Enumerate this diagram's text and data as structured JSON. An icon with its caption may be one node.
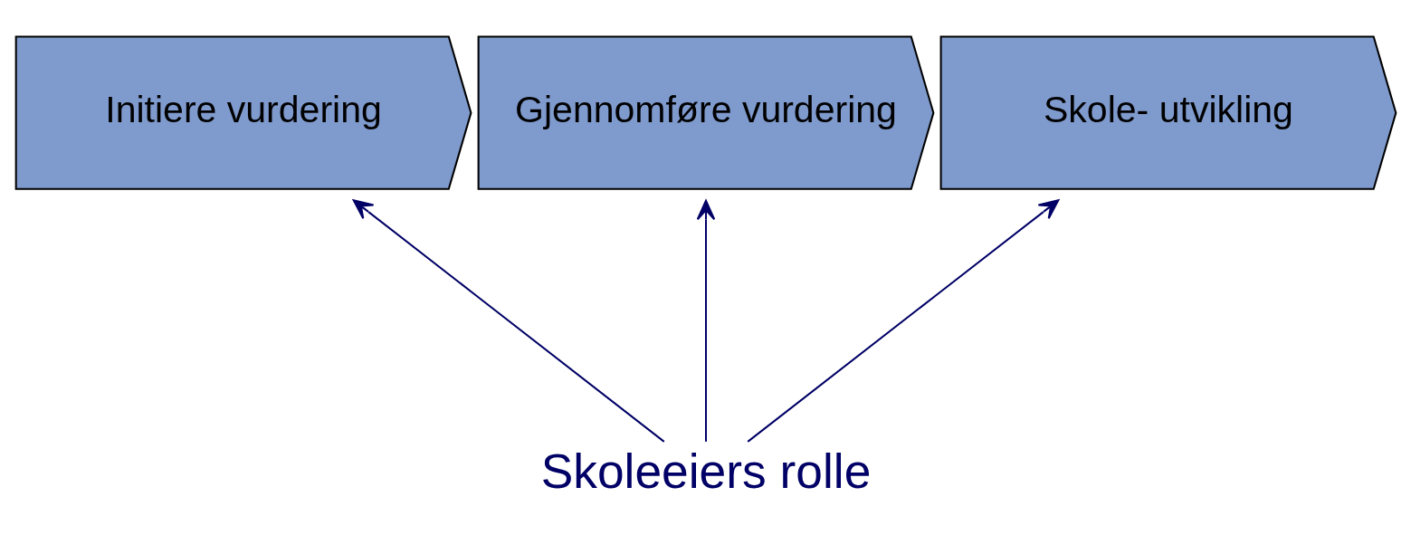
{
  "diagram": {
    "nodes": [
      {
        "text": [
          "Initiere vurdering"
        ]
      },
      {
        "text": [
          "Gjennomføre vurdering"
        ]
      },
      {
        "text": [
          "Skole- utvikling"
        ]
      },
      {
        "text": [
          "Skoleeiers rolle"
        ]
      }
    ],
    "edges": [
      {
        "from": 3,
        "to": 0,
        "arrow": "to"
      },
      {
        "from": 3,
        "to": 1,
        "arrow": "to"
      },
      {
        "from": 3,
        "to": 2,
        "arrow": "to"
      }
    ]
  }
}
